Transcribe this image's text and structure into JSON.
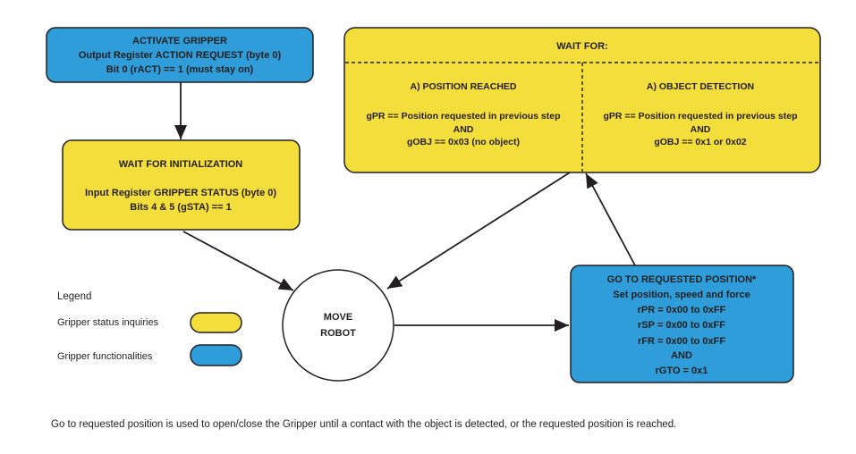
{
  "colors": {
    "status": "#F3DE3B",
    "functionality": "#2E9DD9",
    "stroke": "#231F20",
    "circle": "#FFFFFF"
  },
  "activate_gripper": {
    "title": "ACTIVATE GRIPPER",
    "line1": "Output Register ACTION REQUEST (byte 0)",
    "line2": "Bit 0 (rACT) == 1 (must stay on)"
  },
  "wait_for_initialization": {
    "title": "WAIT FOR INITIALIZATION",
    "line1": "Input Register GRIPPER STATUS (byte 0)",
    "line2": "Bits 4 & 5 (gSTA) == 1"
  },
  "wait_for": {
    "title": "WAIT FOR:",
    "position_reached": {
      "title": "A) POSITION REACHED",
      "lines": [
        "gPR == Position requested in previous step",
        "AND",
        "gOBJ == 0x03 (no object)"
      ]
    },
    "object_detection": {
      "title": "A) OBJECT DETECTION",
      "lines": [
        "gPR == Position requested in previous step",
        "AND",
        "gOBJ == 0x1 or 0x02"
      ]
    }
  },
  "move_robot": {
    "lines": [
      "MOVE",
      "ROBOT"
    ]
  },
  "go_to_requested_position": {
    "title": "GO TO REQUESTED POSITION*",
    "lines": [
      "Set position, speed and force",
      "rPR = 0x00 to 0xFF",
      "rSP = 0x00 to 0xFF",
      "rFR = 0x00 to 0xFF",
      "AND",
      "rGTO = 0x1"
    ]
  },
  "legend": {
    "title": "Legend",
    "items": [
      {
        "label": "Gripper status inquiries",
        "color": "#F3DE3B"
      },
      {
        "label": "Gripper functionalities",
        "color": "#2E9DD9"
      }
    ]
  },
  "footnote": "Go to requested position is used to open/close the Gripper until a contact with the object is detected, or the requested position is reached."
}
